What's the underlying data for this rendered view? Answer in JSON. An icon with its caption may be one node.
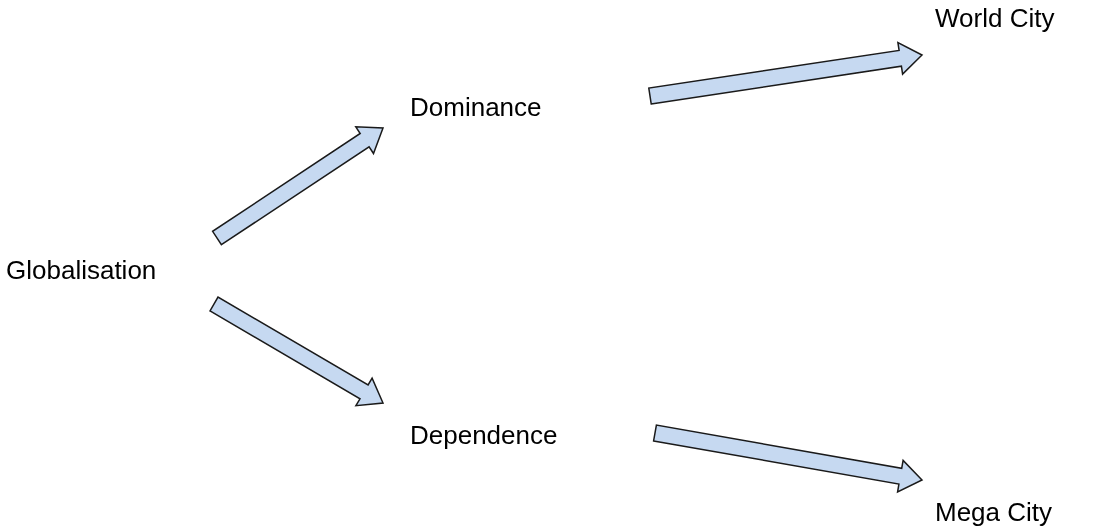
{
  "diagram": {
    "nodes": [
      {
        "text": [
          "Globalisation"
        ]
      },
      {
        "text": [
          "Dominance"
        ]
      },
      {
        "text": [
          "Dependence"
        ]
      },
      {
        "text": [
          "World City"
        ]
      },
      {
        "text": [
          "Mega City"
        ]
      }
    ],
    "edges": [
      {
        "from": 0,
        "to": 1,
        "arrow": "to"
      },
      {
        "from": 0,
        "to": 2,
        "arrow": "to"
      },
      {
        "from": 1,
        "to": 3,
        "arrow": "to"
      },
      {
        "from": 2,
        "to": 4,
        "arrow": "to"
      }
    ]
  }
}
